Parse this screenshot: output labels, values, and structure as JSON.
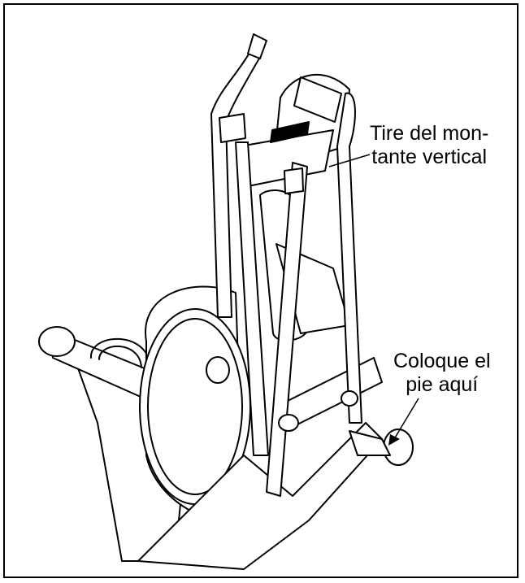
{
  "callouts": {
    "upright_line1": "Tire del mon-",
    "upright_line2": "tante vertical",
    "foot_line1": "Coloque el",
    "foot_line2": "pie aquí"
  },
  "colors": {
    "ink": "#000000",
    "paper": "#ffffff",
    "shade": "#e6e6e6"
  }
}
